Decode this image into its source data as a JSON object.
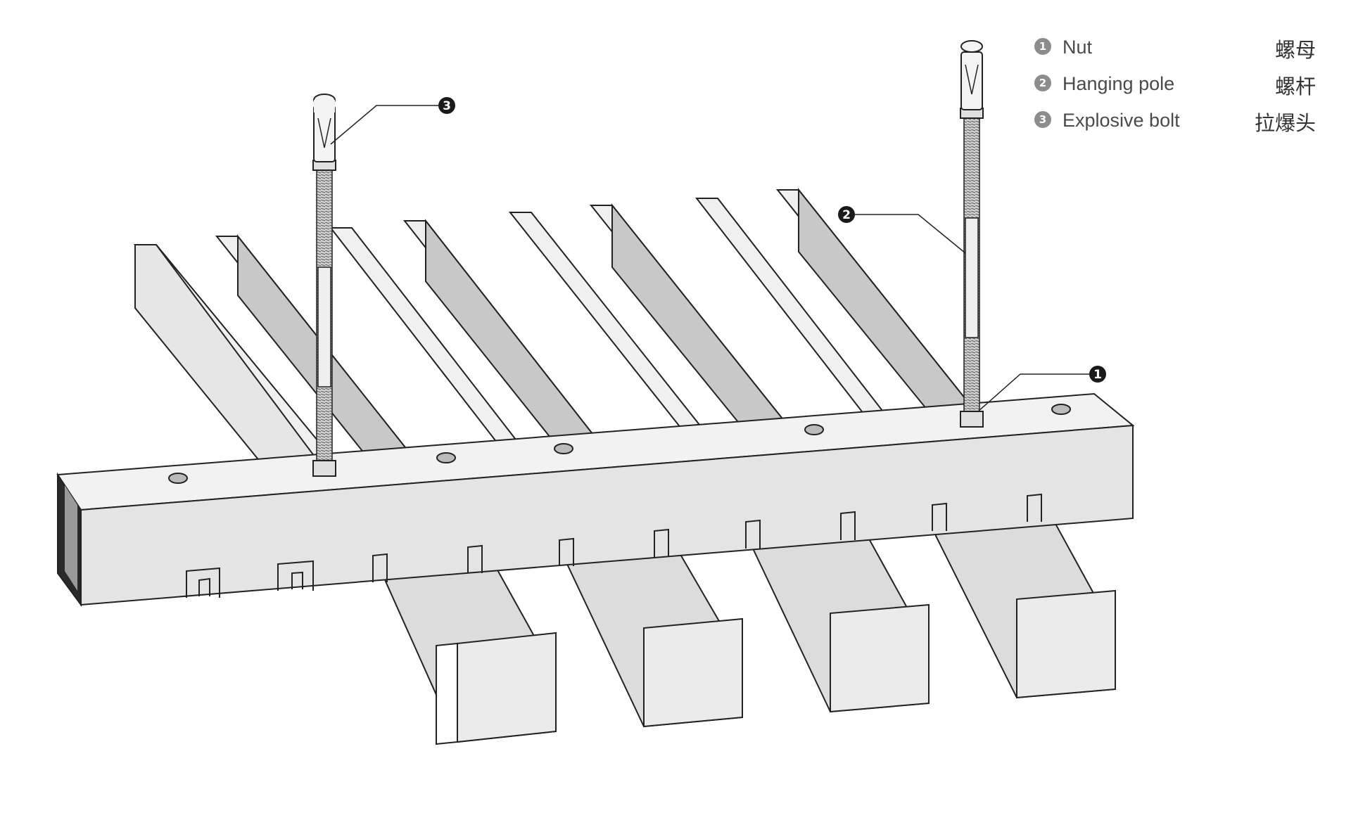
{
  "legend": {
    "items": [
      {
        "num": "1",
        "en": "Nut",
        "cn": "螺母"
      },
      {
        "num": "2",
        "en": "Hanging pole",
        "cn": "螺杆"
      },
      {
        "num": "3",
        "en": "Explosive bolt",
        "cn": "拉爆头"
      }
    ]
  },
  "callouts": [
    "3",
    "2",
    "1"
  ],
  "colors": {
    "face_light": "#e9e9e9",
    "face_mid": "#d9d9d9",
    "face_dark": "#bfbfbf",
    "outline": "#222222",
    "callout_fill": "#1a1a1a"
  }
}
